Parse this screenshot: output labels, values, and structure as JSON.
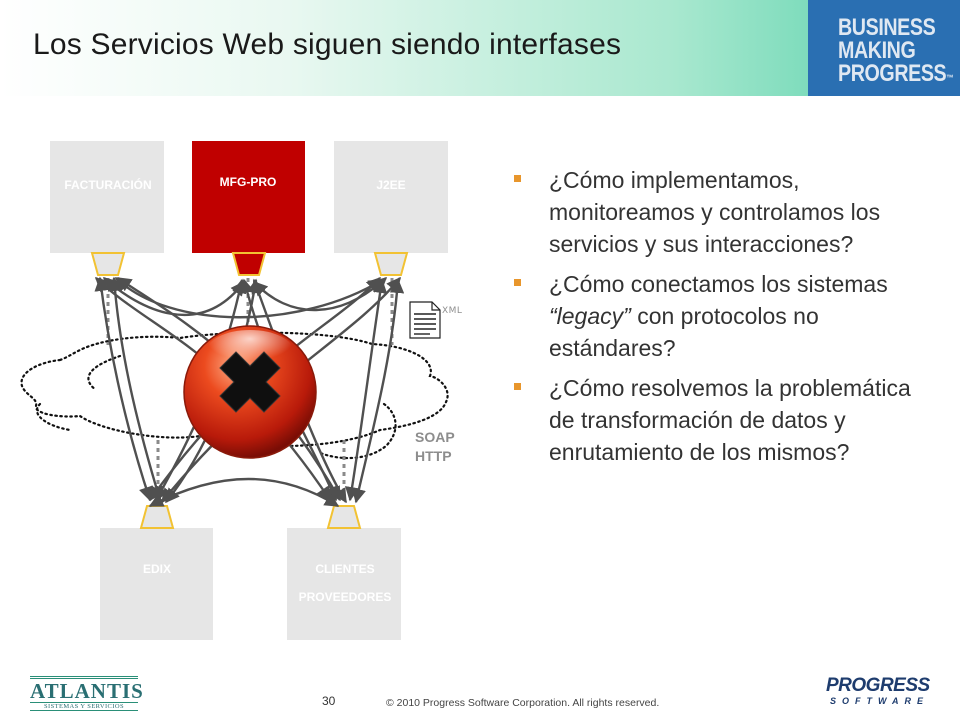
{
  "slide": {
    "title": "Los Servicios Web siguen siendo interfases",
    "brand_lines": [
      "BUSINESS",
      "MAKING",
      "PROGRESS"
    ],
    "brand_tm": "™",
    "colors": {
      "header_accent": "#4fcfa8",
      "brand_blue": "#2a6fb2",
      "highlight_red": "#c00000",
      "bullet_orange": "#e8962c"
    }
  },
  "diagram": {
    "systems": {
      "facturacion": "FACTURACIÓN",
      "mfgpro": "MFG-PRO",
      "j2ee": "J2EE",
      "edix": "EDIX",
      "clientes_line1": "CLIENTES",
      "clientes_line2": "PROVEEDORES"
    },
    "document_label": "XML",
    "protocol_line1": "SOAP",
    "protocol_line2": "HTTP",
    "center_icon": "red-x-icon",
    "document_icon": "document-icon"
  },
  "bullets": [
    {
      "text": "¿Cómo implementamos, monitoreamos y controlamos los servicios y sus interacciones?"
    },
    {
      "pre": "¿Cómo conectamos los sistemas ",
      "em": "“legacy”",
      "post": " con protocolos no estándares?"
    },
    {
      "text": "¿Cómo resolvemos la problemática de transformación de datos y enrutamiento de los mismos?"
    }
  ],
  "footer": {
    "page_number": "30",
    "copyright": "© 2010 Progress Software Corporation. All rights reserved.",
    "partner_logo_main": "ATLANTIS",
    "partner_logo_sub": "SISTEMAS Y SERVICIOS",
    "vendor_logo_main": "PROGRESS",
    "vendor_logo_sub": "SOFTWARE"
  }
}
